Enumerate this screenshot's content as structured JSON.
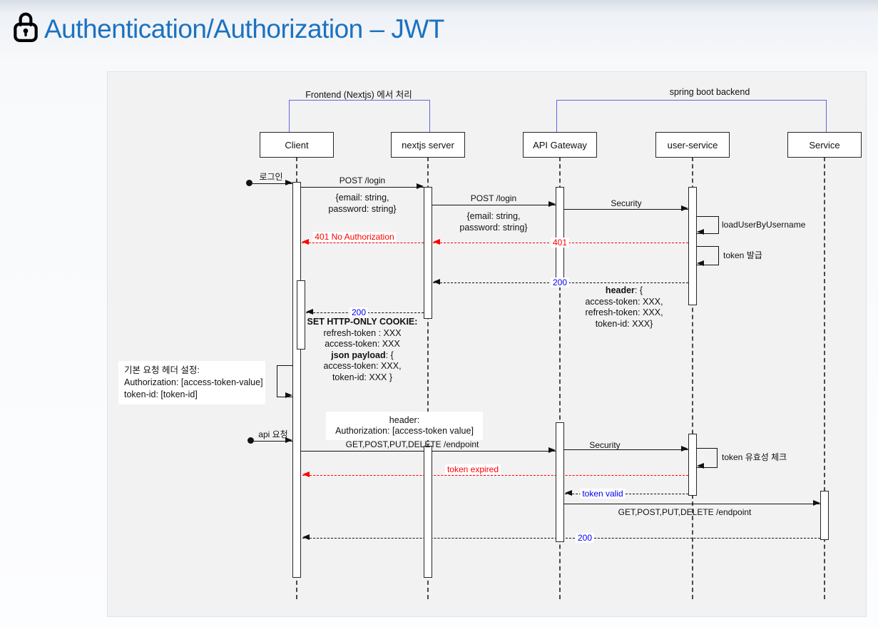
{
  "title": "Authentication/Authorization – JWT",
  "groups": {
    "frontend": "Frontend (Nextjs) 에서 처리",
    "backend": "spring boot backend"
  },
  "actors": {
    "client": "Client",
    "nextjs": "nextjs server",
    "gateway": "API Gateway",
    "user_service": "user-service",
    "service": "Service"
  },
  "msg": {
    "login": "로그인",
    "post_login": "POST /login",
    "login_body_1": "{email: string,",
    "login_body_2": "password: string}",
    "security": "Security",
    "load_user": "loadUserByUsername",
    "err401": "401",
    "err401_full": "401 No Authorization",
    "token_issue": "token 발급",
    "ok200": "200",
    "header_bold": "header",
    "header_open": ": {",
    "header_l2": "access-token: XXX,",
    "header_l3": "refresh-token: XXX,",
    "header_l4": "token-id: XXX}",
    "cookie_l1": "SET HTTP-ONLY COOKIE:",
    "cookie_l2": "refresh-token : XXX",
    "cookie_l3": "access-token: XXX",
    "cookie_l4_bold": "json payload",
    "cookie_l4_rest": ": {",
    "cookie_l5": "access-token: XXX,",
    "cookie_l6": "token-id: XXX }",
    "note_l1": "기본 요청 헤더 설정:",
    "note_l2": "Authorization:  [access-token-value]",
    "note_l3": "token-id: [token-id]",
    "api_request": "api 요청",
    "hdr_note_l1": "header:",
    "hdr_note_l2": "Authorization: [access-token value]",
    "endpoint": "GET,POST,PUT,DELETE /endpoint",
    "token_check": "token 유효성 체크",
    "token_expired": "token expired",
    "token_valid": "token valid"
  },
  "colors": {
    "title": "#1b72c0",
    "error": "#ff0000",
    "status_blue": "#0000ee",
    "bracket": "#6363e0"
  }
}
